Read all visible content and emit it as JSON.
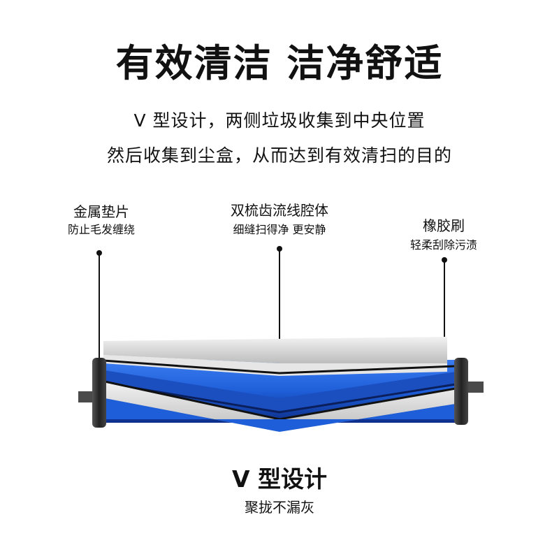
{
  "headline": "有效清洁 洁净舒适",
  "subtitle_line1": "V 型设计，两侧垃圾收集到中央位置",
  "subtitle_line2": "然后收集到尘盒，从而达到有效清扫的目的",
  "callouts": [
    {
      "title": "金属垫片",
      "desc": "防止毛发缠绕"
    },
    {
      "title": "双梳齿流线腔体",
      "desc": "细缝扫得净 更安静"
    },
    {
      "title": "橡胶刷",
      "desc": "轻柔刮除污渍"
    }
  ],
  "bottom_title": "V 型设计",
  "bottom_desc": "聚拢不漏灰",
  "colors": {
    "blade_blue": "#1e5ed8",
    "blade_dark": "#0d2f8a",
    "bristle_gray": "#d8d8d8",
    "end_cap": "#3a3a3a"
  }
}
